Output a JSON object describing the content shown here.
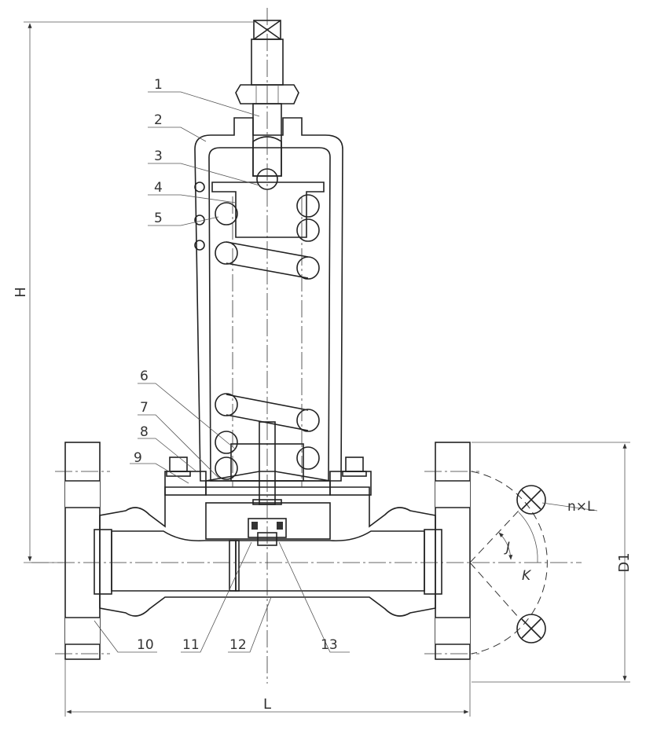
{
  "callouts": [
    "1",
    "2",
    "3",
    "4",
    "5",
    "6",
    "7",
    "8",
    "9",
    "10",
    "11",
    "12",
    "13"
  ],
  "dimensions": {
    "height": "H",
    "length": "L",
    "flange_diameter": "D1",
    "holes": "n×L",
    "angle_j": "J",
    "angle_k": "K"
  }
}
